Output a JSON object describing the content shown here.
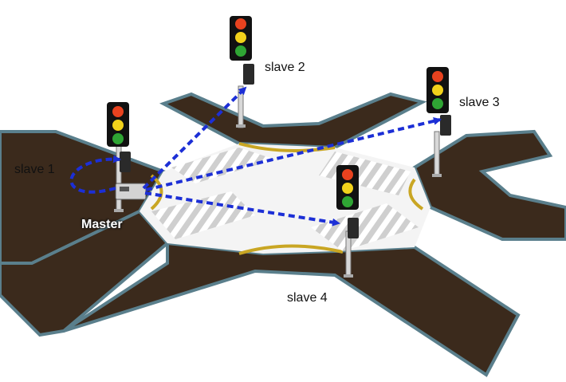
{
  "labels": {
    "slave1": "slave 1",
    "slave2": "slave 2",
    "slave3": "slave 3",
    "slave4": "slave 4",
    "master": "Master"
  },
  "colors": {
    "road": "#3b2a1c",
    "road_edge": "#5a7f8c",
    "curb_yellow": "#c9a623",
    "crosswalk": "#e8e8e8",
    "link": "#1c2fd6",
    "light_red": "#e8421f",
    "light_yellow": "#f2d21b",
    "light_green": "#2fa534"
  },
  "icons": [
    "traffic-light-icon",
    "controller-box-icon",
    "link-arrow-icon"
  ]
}
